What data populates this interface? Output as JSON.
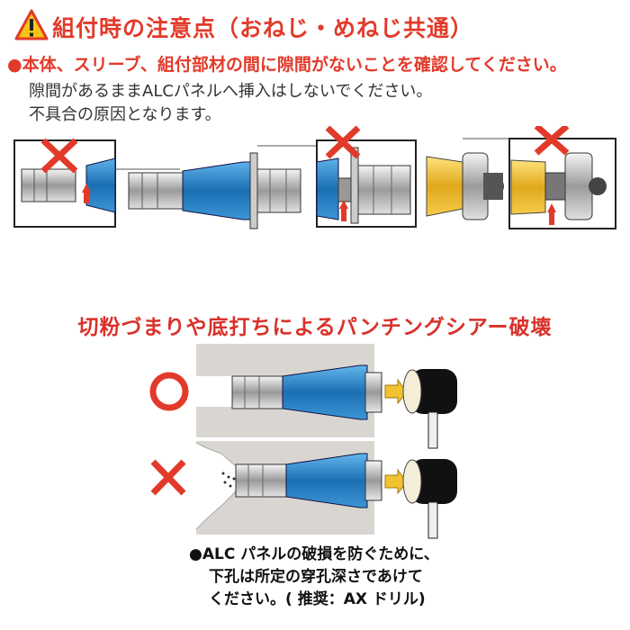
{
  "header": {
    "title": "組付時の注意点（おねじ・めねじ共通）",
    "icon": "warning-triangle-icon"
  },
  "caution": {
    "main": "●本体、スリーブ、組付部材の間に隙間がないことを確認してください。",
    "line2": "隙間があるままALCパネルへ挿入はしないでください。",
    "line3": "不具合の原因となります。"
  },
  "section2": {
    "title": "切粉づまりや底打ちによるパンチングシアー破壊",
    "ok_mark": "circle-ok-icon",
    "ng_mark": "cross-ng-icon"
  },
  "note": {
    "line1": "●ALC パネルの破損を防ぐために、",
    "line2": "下孔は所定の穿孔深さであけて",
    "line3": "ください。( 推奨：AX ドリル)"
  },
  "colors": {
    "accent_red": "#e23a2a",
    "anchor_blue": "#1f7cc4",
    "nut_yellow": "#f2c230",
    "panel_gray": "#d9d6d1"
  }
}
